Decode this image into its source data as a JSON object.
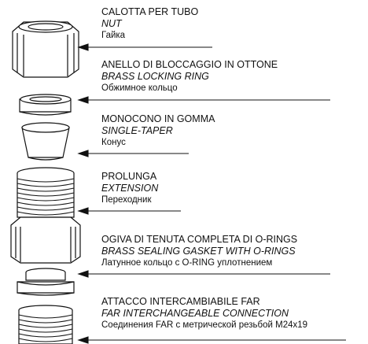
{
  "components": [
    {
      "key": "nut",
      "italian": "CALOTTA PER TUBO",
      "english": "NUT",
      "russian": "Гайка"
    },
    {
      "key": "ring",
      "italian": "ANELLO DI BLOCCAGGIO IN OTTONE",
      "english": "BRASS LOCKING RING",
      "russian": "Обжимное кольцо"
    },
    {
      "key": "cone",
      "italian": "MONOCONO IN GOMMA",
      "english": "SINGLE-TAPER",
      "russian": "Конус"
    },
    {
      "key": "extension",
      "italian": "PROLUNGA",
      "english": "EXTENSION",
      "russian": "Переходник"
    },
    {
      "key": "gasket",
      "italian": "OGIVA DI TENUTA COMPLETA DI O-RINGS",
      "english": "BRASS SEALING GASKET WITH O-RINGS",
      "russian": "Латунное кольцо с O-RING уплотнением"
    },
    {
      "key": "connection",
      "italian": "ATTACCO INTERCAMBIABILE FAR",
      "english": "FAR INTERCHANGEABLE CONNECTION",
      "russian": "Соединения FAR с метрической резьбой M24x19"
    }
  ]
}
